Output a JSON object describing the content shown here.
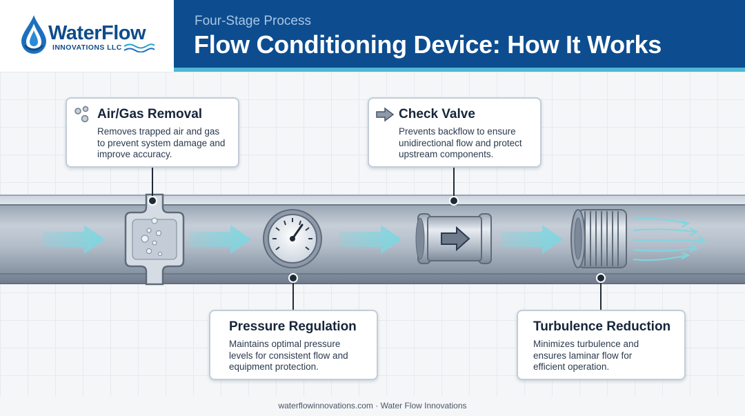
{
  "brand": {
    "name": "WaterFlow",
    "subtitle": "INNOVATIONS LLC"
  },
  "header": {
    "subtitle": "Four-Stage Process",
    "title": "Flow Conditioning Device: How It Works"
  },
  "stages": [
    {
      "title": "Air/Gas Removal",
      "description": [
        "Removes trapped air and gas",
        "to prevent system damage and",
        "improve accuracy."
      ],
      "icon": "bubbles-icon"
    },
    {
      "title": "Pressure Regulation",
      "description": [
        "Maintains optimal pressure",
        "levels for consistent flow and",
        "equipment protection."
      ],
      "icon": "pressure-gauge-icon"
    },
    {
      "title": "Check Valve",
      "description": [
        "Prevents backflow to ensure",
        "unidirectional flow and protect",
        "upstream components."
      ],
      "icon": "arrow-right-icon"
    },
    {
      "title": "Turbulence Reduction",
      "description": [
        "Minimizes turbulence and",
        "ensures laminar flow for",
        "efficient operation."
      ],
      "icon": "flow-conditioner-icon"
    }
  ],
  "footer": {
    "website": "waterflowinnovations.com",
    "separator": "·",
    "company": "Water Flow Innovations"
  },
  "colors": {
    "header_bg": "#0d4d8f",
    "accent": "#4fb8d4",
    "flow_arrow": "#7fd6e0",
    "pipe": "#aab4c1"
  }
}
